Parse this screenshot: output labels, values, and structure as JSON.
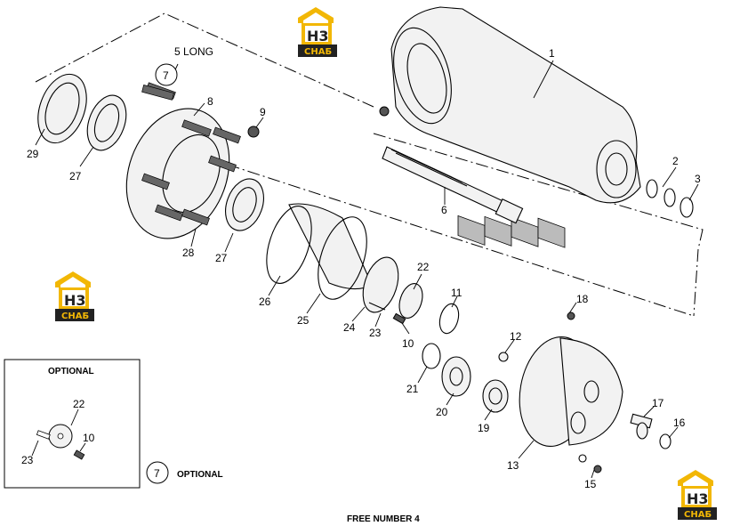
{
  "callouts": [
    {
      "num": "1"
    },
    {
      "num": "2"
    },
    {
      "num": "3"
    },
    {
      "num": "5 LONG"
    },
    {
      "num": "6"
    },
    {
      "num": "7"
    },
    {
      "num": "8"
    },
    {
      "num": "9"
    },
    {
      "num": "10"
    },
    {
      "num": "11"
    },
    {
      "num": "12"
    },
    {
      "num": "13"
    },
    {
      "num": "15"
    },
    {
      "num": "16"
    },
    {
      "num": "17"
    },
    {
      "num": "18"
    },
    {
      "num": "19"
    },
    {
      "num": "20"
    },
    {
      "num": "21"
    },
    {
      "num": "22"
    },
    {
      "num": "23"
    },
    {
      "num": "24"
    },
    {
      "num": "25"
    },
    {
      "num": "26"
    },
    {
      "num": "27"
    },
    {
      "num": "27"
    },
    {
      "num": "28"
    },
    {
      "num": "29"
    }
  ],
  "optional_box": {
    "title": "OPTIONAL",
    "n22": "22",
    "n10": "10",
    "n23": "23"
  },
  "optional_note": {
    "circled": "7",
    "text": "OPTIONAL"
  },
  "footer": "FREE NUMBER 4",
  "watermark": {
    "brand": "H3",
    "sub": "СНАБ",
    "color_gold": "#f2b705",
    "color_dark": "#222222"
  }
}
